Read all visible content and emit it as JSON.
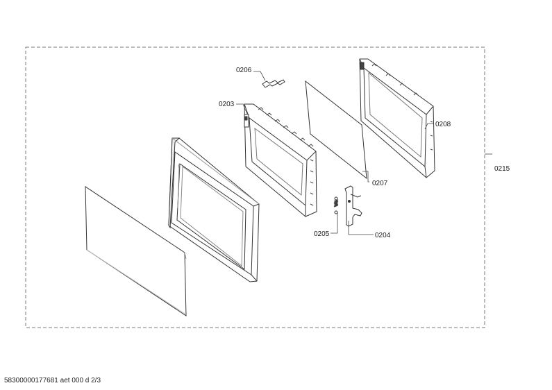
{
  "labels": {
    "p0206": "0206",
    "p0203": "0203",
    "p0208": "0208",
    "p0215": "0215",
    "p0207": "0207",
    "p0205": "0205",
    "p0204": "0204"
  },
  "footer": "58300000177681 aet 000 d 2/3"
}
